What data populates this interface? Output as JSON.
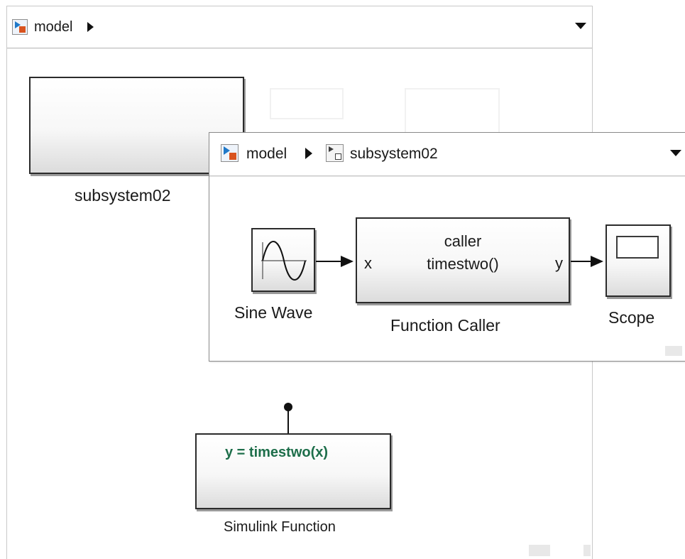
{
  "outer_window": {
    "breadcrumb": {
      "root_label": "model"
    },
    "blocks": {
      "subsystem": {
        "label": "subsystem02"
      },
      "simulink_function": {
        "signature": "y = timestwo(x)",
        "label": "Simulink Function"
      }
    }
  },
  "inner_window": {
    "breadcrumb": {
      "root_label": "model",
      "child_label": "subsystem02"
    },
    "blocks": {
      "sine_wave": {
        "label": "Sine Wave"
      },
      "function_caller": {
        "line1": "caller",
        "line2": "timestwo()",
        "input_port": "x",
        "output_port": "y",
        "label": "Function Caller"
      },
      "scope": {
        "label": "Scope"
      }
    }
  },
  "colors": {
    "model_icon_arrow": "#1f78c8",
    "model_icon_square": "#d9531e",
    "function_signature": "#1d6e4a"
  },
  "icons": [
    "model-icon",
    "subsystem-icon",
    "breadcrumb-separator-icon",
    "dropdown-caret-icon",
    "sine-wave-icon",
    "scope-screen-icon"
  ]
}
